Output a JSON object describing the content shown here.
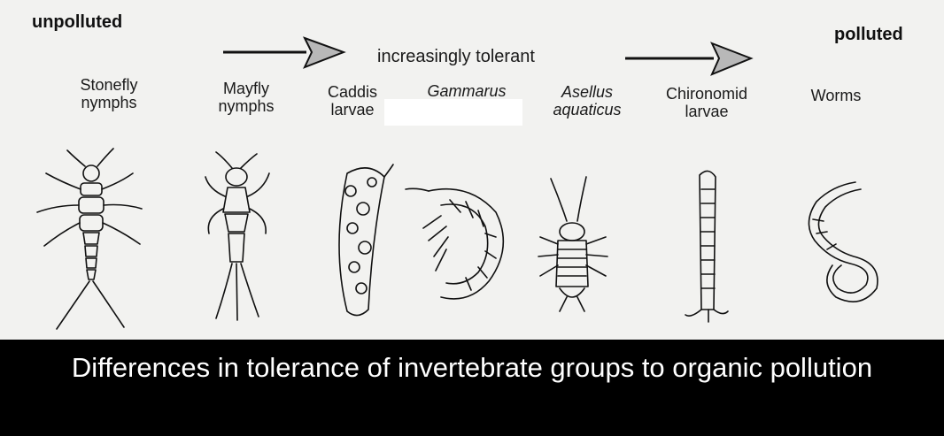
{
  "labels": {
    "unpolluted": "unpolluted",
    "polluted": "polluted",
    "tolerance": "increasingly tolerant"
  },
  "groups": [
    {
      "line1": "Stonefly",
      "line2": "nymphs",
      "italic": false
    },
    {
      "line1": "Mayfly",
      "line2": "nymphs",
      "italic": false
    },
    {
      "line1": "Caddis",
      "line2": "larvae",
      "italic": false
    },
    {
      "line1": "Gammarus",
      "line2": "",
      "italic": true
    },
    {
      "line1": "Asellus",
      "line2": "aquaticus",
      "italic": true
    },
    {
      "line1": "Chironomid",
      "line2": "larvae",
      "italic": false
    },
    {
      "line1": "Worms",
      "line2": "",
      "italic": false
    }
  ],
  "caption": "Differences in tolerance of invertebrate groups to organic pollution"
}
